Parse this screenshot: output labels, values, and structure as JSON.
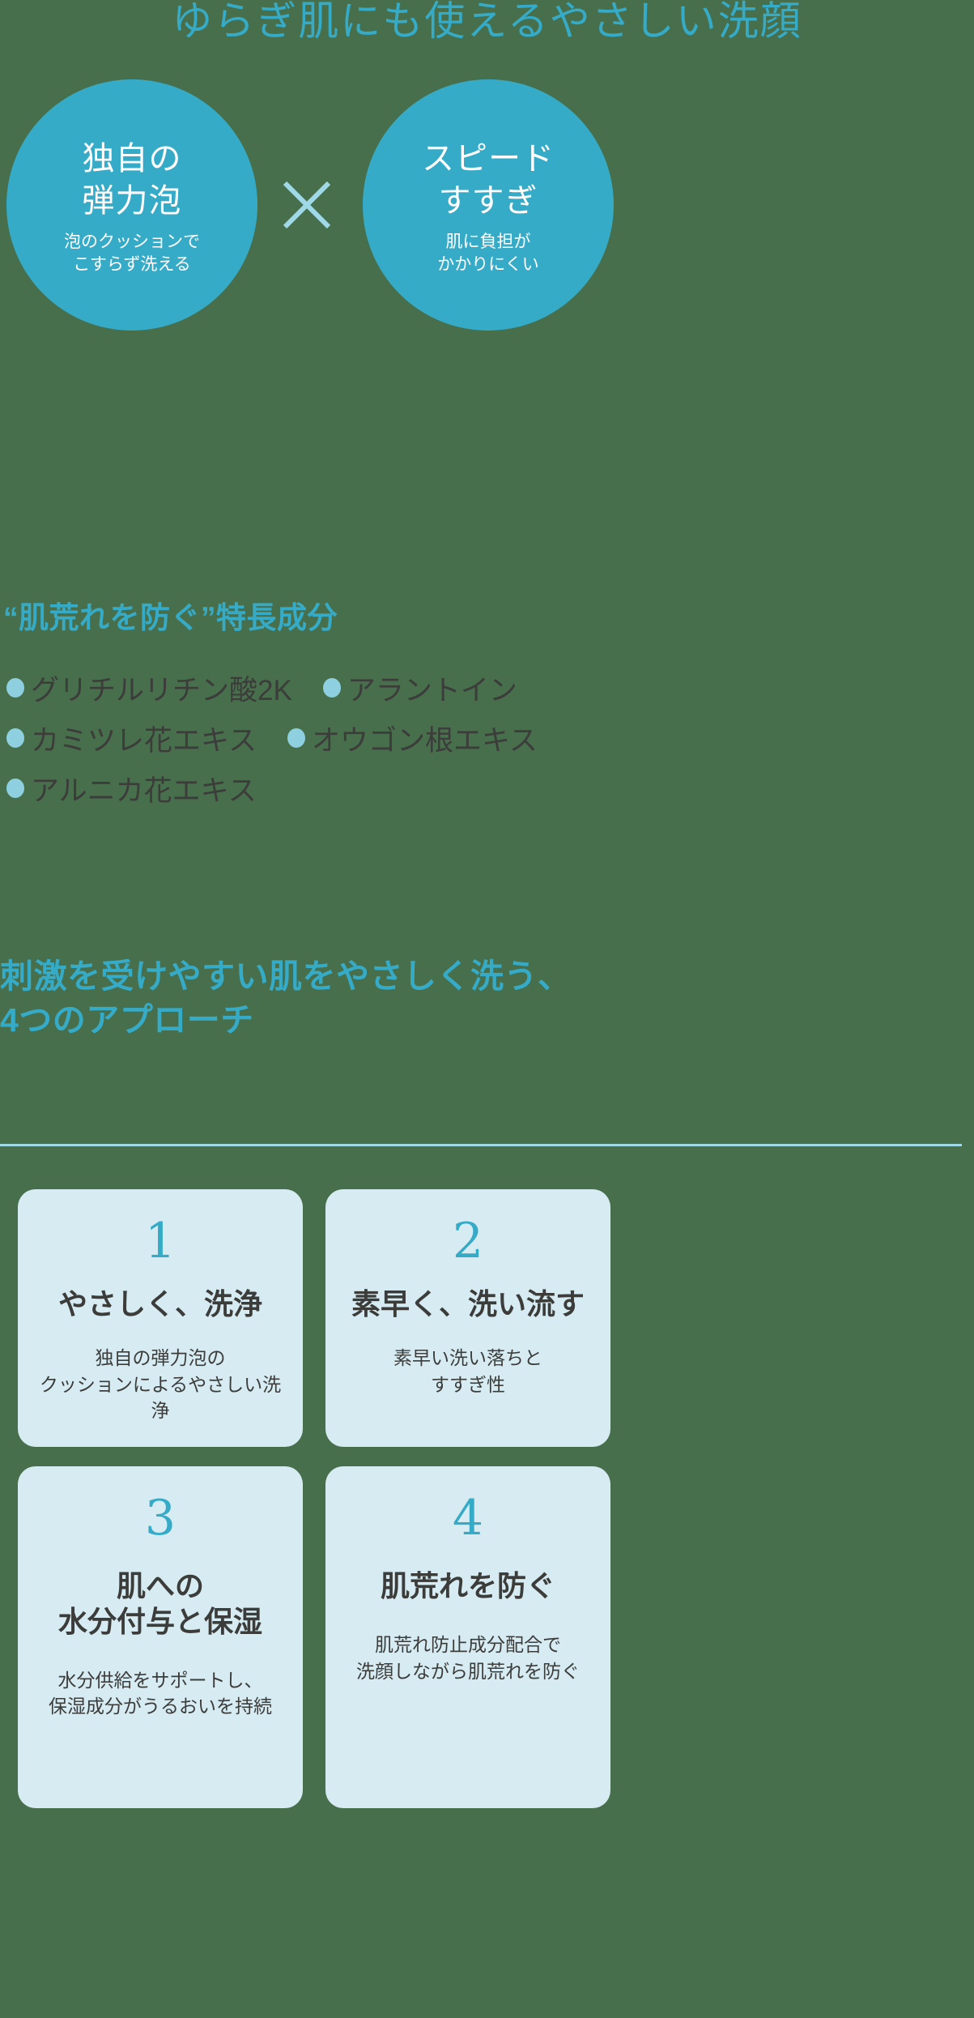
{
  "colors": {
    "background": "#476f4c",
    "accent_teal": "#36abc8",
    "card_bg": "#d6ecf2",
    "bullet": "#8ed0e0",
    "text_dark": "#3c3c3a",
    "white": "#ffffff",
    "divider": "#9fd8e6"
  },
  "headline": "ゆらぎ肌にも使えるやさしい洗顔",
  "circles": {
    "separator": "×",
    "left": {
      "title": "独自の\n弾力泡",
      "subtitle": "泡のクッションで\nこすらず洗える"
    },
    "right": {
      "title": "スピード\nすすぎ",
      "subtitle": "肌に負担が\nかかりにくい"
    }
  },
  "ingredients": {
    "heading": "“肌荒れを防ぐ”特長成分",
    "rows": [
      [
        "グリチルリチン酸2K",
        "アラントイン"
      ],
      [
        "カミツレ花エキス",
        "オウゴン根エキス"
      ],
      [
        "アルニカ花エキス"
      ]
    ]
  },
  "approach": {
    "heading": "刺激を受けやすい肌をやさしく洗う、\n4つのアプローチ",
    "cards": [
      {
        "number": "1",
        "title": "やさしく、洗浄",
        "body": "独自の弾力泡の\nクッションによるやさしい洗浄"
      },
      {
        "number": "2",
        "title": "素早く、洗い流す",
        "body": "素早い洗い落ちと\nすすぎ性"
      },
      {
        "number": "3",
        "title": "肌への\n水分付与と保湿",
        "body": "水分供給をサポートし、\n保湿成分がうるおいを持続"
      },
      {
        "number": "4",
        "title": "肌荒れを防ぐ",
        "body": "肌荒れ防止成分配合で\n洗顔しながら肌荒れを防ぐ"
      }
    ]
  }
}
